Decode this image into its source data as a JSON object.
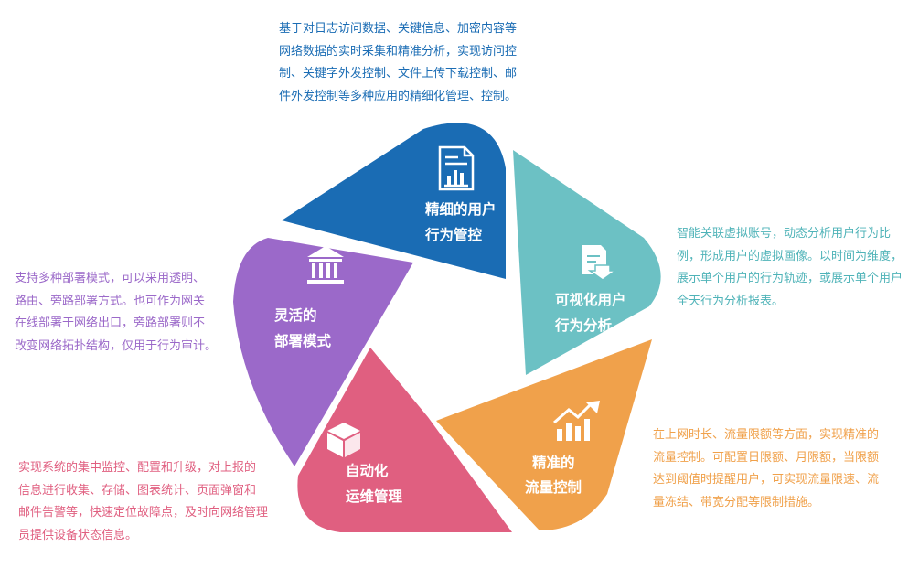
{
  "segments": [
    {
      "id": "behavior",
      "title_lines": [
        "精细的用户",
        "行为管控"
      ],
      "color": "#1a6cb4",
      "icon": "document-chart-icon",
      "description_lines": [
        "基于对日志访问数据、关键信息、加密内容等",
        "网络数据的实时采集和精准分析，实现访问控",
        "制、关键字外发控制、文件上传下载控制、邮",
        "件外发控制等多种应用的精细化管理、控制。"
      ]
    },
    {
      "id": "visual",
      "title_lines": [
        "可视化用户",
        "行为分析"
      ],
      "color": "#6cc1c4",
      "icon": "document-download-icon",
      "description_lines": [
        "智能关联虚拟账号，动态分析用户行为比",
        "例，形成用户的虚拟画像。以时间为维度，",
        "展示单个用户的行为轨迹，或展示单个用户",
        "全天行为分析报表。"
      ]
    },
    {
      "id": "traffic",
      "title_lines": [
        "精准的",
        "流量控制"
      ],
      "color": "#f0a14b",
      "icon": "growth-chart-icon",
      "description_lines": [
        "在上网时长、流量限额等方面，实现精准的",
        "流量控制。可配置日限额、月限额，当限额",
        "达到阈值时提醒用户，可实现流量限速、流",
        "量冻结、带宽分配等限制措施。"
      ]
    },
    {
      "id": "ops",
      "title_lines": [
        "自动化",
        "运维管理"
      ],
      "color": "#e05f80",
      "icon": "cube-icon",
      "description_lines": [
        "实现系统的集中监控、配置和升级，对上报的",
        "信息进行收集、存储、图表统计、页面弹窗和",
        "邮件告警等，快速定位故障点，及时向网络管理",
        "员提供设备状态信息。"
      ]
    },
    {
      "id": "deploy",
      "title_lines": [
        "灵活的",
        "部署模式"
      ],
      "color": "#9b69c9",
      "icon": "bank-building-icon",
      "description_lines": [
        "支持多种部署模式，可以采用透明、",
        "路由、旁路部署方式。也可作为网关",
        "在线部署于网络出口，旁路部署则不",
        "改变网络拓扑结构，仅用于行为审计。"
      ]
    }
  ]
}
